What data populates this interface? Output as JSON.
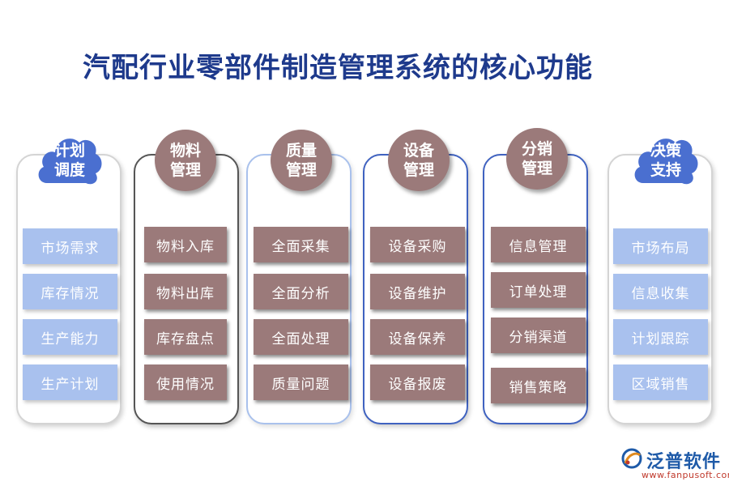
{
  "title": "汽配行业零部件制造管理系统的核心功能",
  "columns": [
    {
      "header": [
        "计划",
        "调度"
      ],
      "items": [
        "市场需求",
        "库存情况",
        "生产能力",
        "生产计划"
      ]
    },
    {
      "header": [
        "物料",
        "管理"
      ],
      "items": [
        "物料入库",
        "物料出库",
        "库存盘点",
        "使用情况"
      ]
    },
    {
      "header": [
        "质量",
        "管理"
      ],
      "items": [
        "全面采集",
        "全面分析",
        "全面处理",
        "质量问题"
      ]
    },
    {
      "header": [
        "设备",
        "管理"
      ],
      "items": [
        "设备采购",
        "设备维护",
        "设备保养",
        "设备报废"
      ]
    },
    {
      "header": [
        "分销",
        "管理"
      ],
      "items": [
        "信息管理",
        "订单处理",
        "分销渠道",
        "销售策略"
      ]
    },
    {
      "header": [
        "决策",
        "支持"
      ],
      "items": [
        "市场布局",
        "信息收集",
        "计划跟踪",
        "区域销售"
      ]
    }
  ],
  "logo": {
    "brand": "泛普软件",
    "url": "www.fanpusoft.com"
  },
  "colors": {
    "title": "#1e3a8c",
    "cloud": "#4a6fd0",
    "brown": "#9b7a7a",
    "light_blue": "#a9c1ee"
  }
}
